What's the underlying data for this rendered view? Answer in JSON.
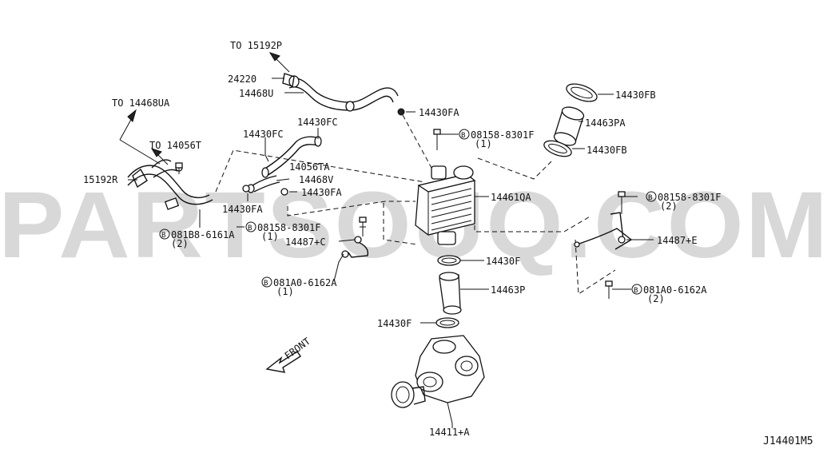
{
  "watermark": "PARTSOUQ.COM",
  "diagram_code": "J14401M5",
  "front_label": "FRONT",
  "callouts": [
    {
      "id": "to-15192p",
      "text": "TO 15192P"
    },
    {
      "id": "p-24220",
      "text": "24220"
    },
    {
      "id": "p-14468u",
      "text": "14468U"
    },
    {
      "id": "to-14468ua",
      "text": "TO 14468UA"
    },
    {
      "id": "to-14056t",
      "text": "TO 14056T"
    },
    {
      "id": "p-15192r",
      "text": "15192R"
    },
    {
      "id": "p-14430fc-a",
      "text": "14430FC"
    },
    {
      "id": "p-14430fc-b",
      "text": "14430FC"
    },
    {
      "id": "p-14056ta",
      "text": "14056TA"
    },
    {
      "id": "p-14468v",
      "text": "14468V"
    },
    {
      "id": "p-14430fa-a",
      "text": "14430FA"
    },
    {
      "id": "p-14430fa-b",
      "text": "14430FA"
    },
    {
      "id": "p-14430fa-c",
      "text": "14430FA"
    },
    {
      "id": "p-081b8",
      "text": "081B8-6161A"
    },
    {
      "id": "q-081b8",
      "text": "(2)"
    },
    {
      "id": "p-08158-a",
      "text": "08158-8301F"
    },
    {
      "id": "q-08158-a",
      "text": "(1)"
    },
    {
      "id": "p-08158-b",
      "text": "08158-8301F"
    },
    {
      "id": "q-08158-b",
      "text": "(1)"
    },
    {
      "id": "p-08158-c",
      "text": "08158-8301F"
    },
    {
      "id": "q-08158-c",
      "text": "(2)"
    },
    {
      "id": "p-14487c",
      "text": "14487+C"
    },
    {
      "id": "p-081a0-a",
      "text": "081A0-6162A"
    },
    {
      "id": "q-081a0-a",
      "text": "(1)"
    },
    {
      "id": "p-081a0-b",
      "text": "081A0-6162A"
    },
    {
      "id": "q-081a0-b",
      "text": "(2)"
    },
    {
      "id": "p-14430fb-a",
      "text": "14430FB"
    },
    {
      "id": "p-14463pa",
      "text": "14463PA"
    },
    {
      "id": "p-14430fb-b",
      "text": "14430FB"
    },
    {
      "id": "p-14461qa",
      "text": "14461QA"
    },
    {
      "id": "p-14487e",
      "text": "14487+E"
    },
    {
      "id": "p-14430f-a",
      "text": "14430F"
    },
    {
      "id": "p-14463p",
      "text": "14463P"
    },
    {
      "id": "p-14430f-b",
      "text": "14430F"
    },
    {
      "id": "p-14411a",
      "text": "14411+A"
    }
  ]
}
